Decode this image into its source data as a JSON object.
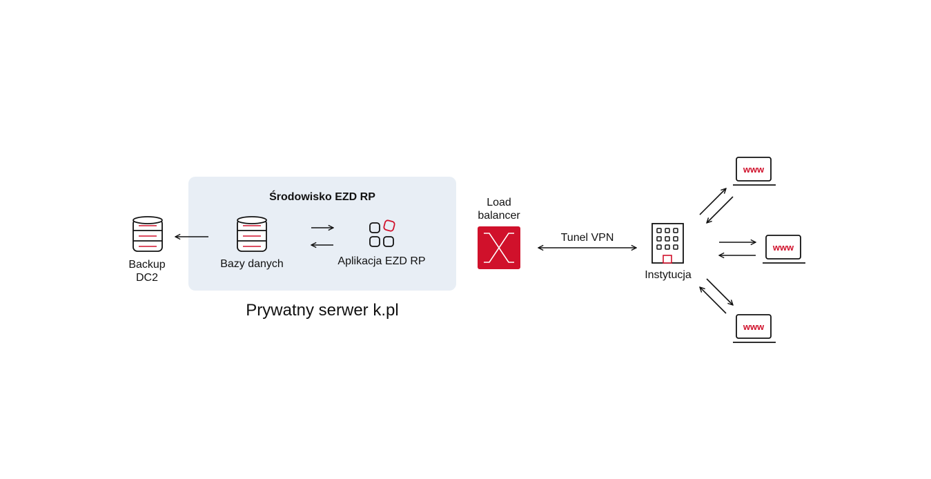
{
  "environment": {
    "title": "Środowisko EZD RP",
    "databases_label": "Bazy danych",
    "app_label": "Aplikacja EZD RP"
  },
  "backup": {
    "line1": "Backup",
    "line2": "DC2"
  },
  "server_caption": "Prywatny serwer k.pl",
  "load_balancer": {
    "line1": "Load",
    "line2": "balancer"
  },
  "vpn_label": "Tunel VPN",
  "institution_label": "Instytucja",
  "clients": [
    {
      "label": "www"
    },
    {
      "label": "www"
    },
    {
      "label": "www"
    }
  ],
  "colors": {
    "accent": "#d0112b",
    "panel": "#e8eef5",
    "ink": "#111111"
  },
  "icons": [
    "database-icon",
    "apps-grid-icon",
    "load-balancer-icon",
    "building-icon",
    "laptop-icon",
    "arrow-icon"
  ]
}
